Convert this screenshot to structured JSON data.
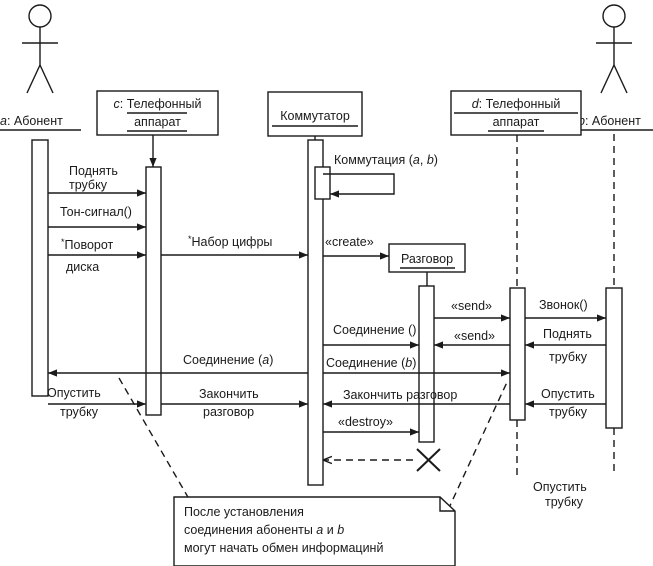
{
  "participants": {
    "a": {
      "name": "a",
      "role": ": Абонент"
    },
    "c": {
      "name": "c",
      "role": ": Телефонный",
      "role_line2": "аппарат"
    },
    "k": {
      "role": "Коммутатор"
    },
    "d": {
      "name": "d",
      "role": ": Телефонный",
      "role_line2": "аппарат"
    },
    "b": {
      "name": "b",
      "role": ": Абонент"
    },
    "razgovor": {
      "role": "Разговор"
    }
  },
  "messages": {
    "podnyat_1": "Поднять",
    "trubku_1": "трубку",
    "ton_signal": "Тон-сигнал()",
    "povorot_star": "*",
    "povorot": "Поворот",
    "diska": "диска",
    "nabor_star": "*",
    "nabor": "Набор цифры",
    "kommutaciya": "Коммутация (",
    "kommutaciya_a": "a",
    "kommutaciya_sep": ", ",
    "kommutaciya_b": "b",
    "kommutaciya_end": ")",
    "create": "«create»",
    "send_1": "«send»",
    "zvonok": "Звонок()",
    "soedinenie_0": "Соединение ()",
    "send_2": "«send»",
    "podnyat_2": "Поднять",
    "trubku_2": "трубку",
    "soedinenie_a": "Соединение (",
    "soedinenie_a_var": "a",
    "soedinenie_a_end": ")",
    "soedinenie_b": "Соединение (",
    "soedinenie_b_var": "b",
    "soedinenie_b_end": ")",
    "opustit_1": "Опустить",
    "trubku_3": "трубку",
    "zakonchit_1": "Закончить",
    "razgovor_1": "разговор",
    "zakonchit_razgovor": "Закончить разговор",
    "opustit_2": "Опустить",
    "trubku_4": "трубку",
    "destroy": "«destroy»",
    "opustit_3": "Опустить",
    "trubku_5": "трубку"
  },
  "note": {
    "line1": "После установления",
    "line2_pre": "соединения абоненты ",
    "line2_a": "a",
    "line2_mid": " и ",
    "line2_b": "b",
    "line3": "могут начать обмен информацинй"
  }
}
